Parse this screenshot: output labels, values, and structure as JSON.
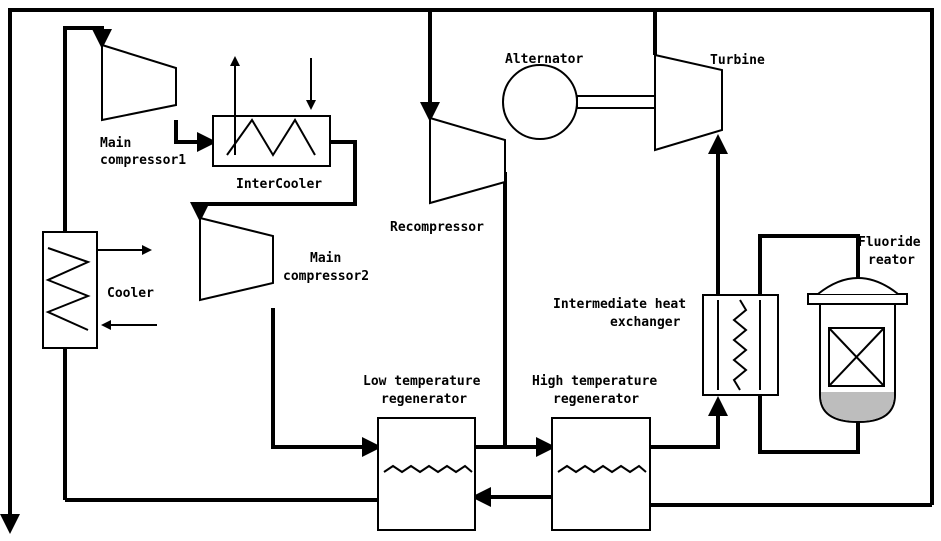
{
  "labels": {
    "main_compressor1": [
      "Main",
      "compressor1"
    ],
    "intercooler": "InterCooler",
    "main_compressor2": [
      "Main",
      "compressor2"
    ],
    "cooler": "Cooler",
    "recompressor": "Recompressor",
    "alternator": "Alternator",
    "turbine": "Turbine",
    "fluoride_reactor": [
      "Fluoride",
      "reator"
    ],
    "ihx": [
      "Intermediate heat",
      "exchanger"
    ],
    "ltr": [
      "Low temperature",
      "regenerator"
    ],
    "htr": [
      "High temperature",
      "regenerator"
    ]
  }
}
